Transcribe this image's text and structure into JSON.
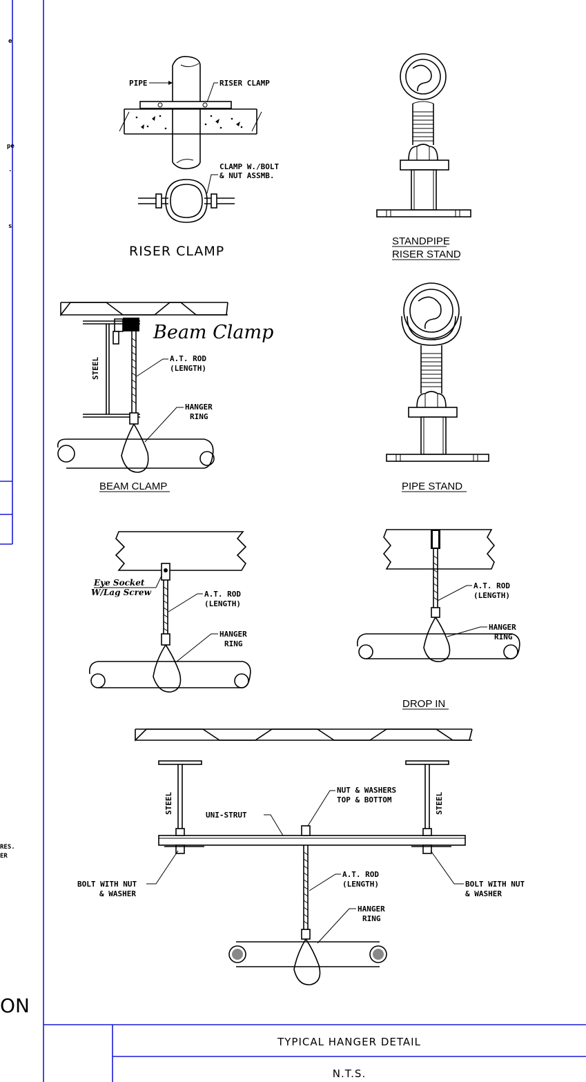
{
  "labels": {
    "pipe": "PIPE",
    "riser_clamp_callout": "RISER CLAMP",
    "clamp_bolt_1": "CLAMP W./BOLT",
    "clamp_bolt_2": "& NUT ASSMB.",
    "riser_clamp_caption": "RISER CLAMP",
    "standpipe_1": "STANDPIPE",
    "standpipe_2": "RISER STAND",
    "beam_clamp_script": "Beam Clamp",
    "steel": "STEEL",
    "at_rod_1": "A.T. ROD",
    "at_rod_2": "(LENGTH)",
    "hanger_1": "HANGER",
    "hanger_2": "RING",
    "beam_clamp_caption": "BEAM CLAMP",
    "pipe_stand_caption": "PIPE STAND",
    "eye_socket_1": "Eye Socket",
    "eye_socket_2": "W/Lag Screw",
    "drop_in_caption": "DROP IN",
    "nut_washers_1": "NUT & WASHERS",
    "nut_washers_2": "TOP & BOTTOM",
    "uni_strut": "UNI-STRUT",
    "bolt_nut_1": "BOLT WITH NUT",
    "bolt_nut_2": "& WASHER"
  },
  "left_margin": {
    "frag_e": "e",
    "frag_pe": "pe",
    "frag_dot": ".",
    "frag_s": "s",
    "frag_res": "RES.",
    "frag_er": "ER",
    "frag_on": "ON"
  },
  "title_block": {
    "title": "TYPICAL HANGER DETAIL",
    "scale": "N.T.S."
  },
  "colors": {
    "frame": "#1a1ad8",
    "ink": "#000000"
  }
}
